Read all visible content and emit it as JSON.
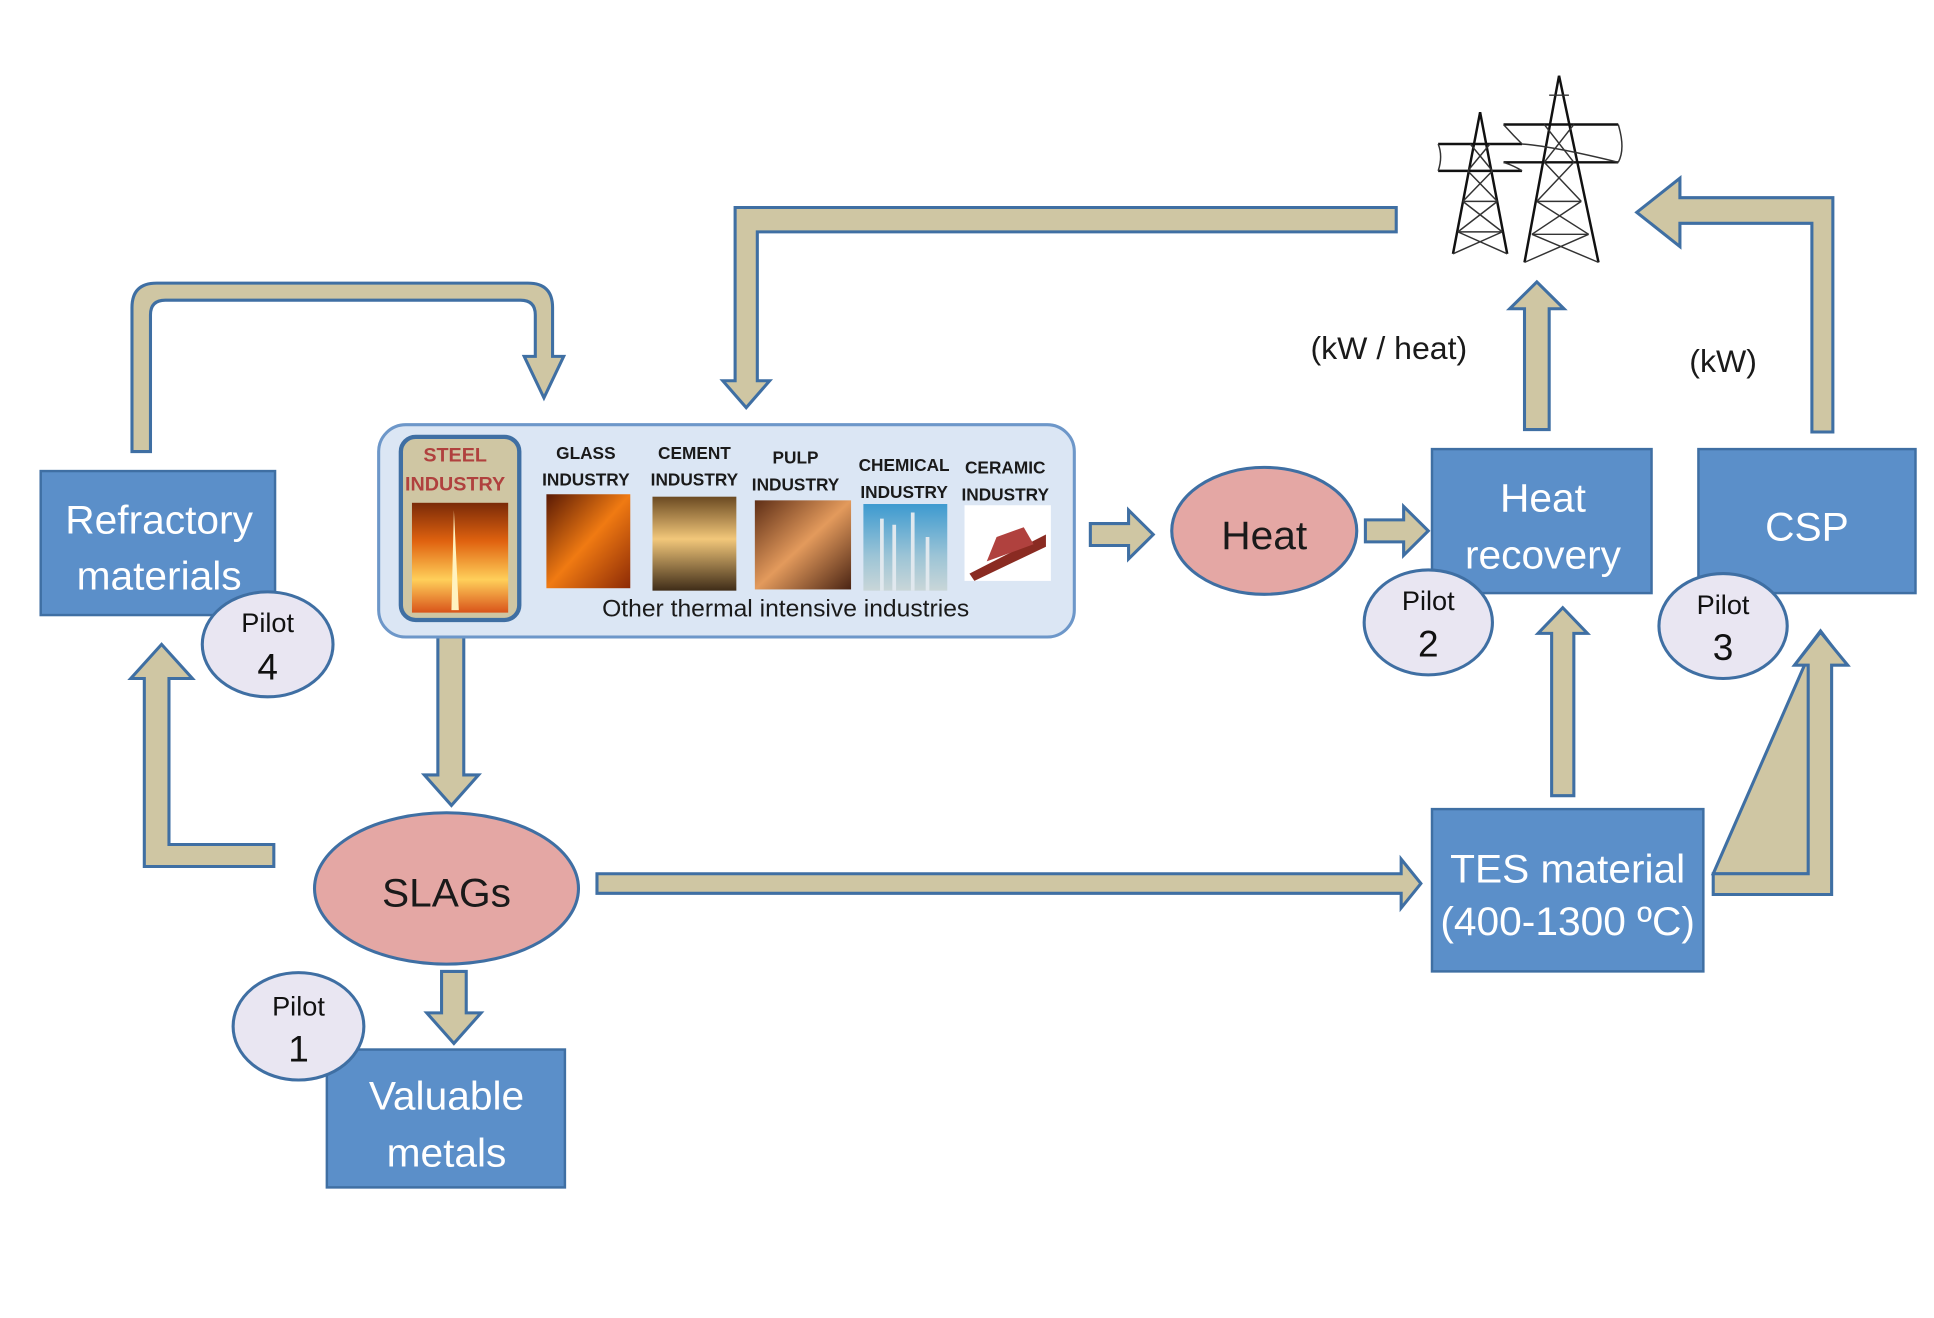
{
  "diagram": {
    "colors": {
      "box_fill": "#5b8fc9",
      "box_stroke": "#3f6fa3",
      "ellipse_fill": "#e4a7a4",
      "pilot_fill": "#e9e6f2",
      "arrow_fill": "#cfc6a3",
      "panel_fill": "#dbe6f4",
      "steel_label": "#b0413e"
    },
    "industries_panel": {
      "steel": {
        "line1": "STEEL",
        "line2": "INDUSTRY",
        "image": "molten-steel-photo"
      },
      "others": [
        {
          "line1": "GLASS",
          "line2": "INDUSTRY",
          "image": "glass-furnace-photo"
        },
        {
          "line1": "CEMENT",
          "line2": "INDUSTRY",
          "image": "cement-kiln-photo"
        },
        {
          "line1": "PULP",
          "line2": "INDUSTRY",
          "image": "pulp-mill-photo"
        },
        {
          "line1": "CHEMICAL",
          "line2": "INDUSTRY",
          "image": "chemical-plant-photo"
        },
        {
          "line1": "CERAMIC",
          "line2": "INDUSTRY",
          "image": "ceramic-kiln-photo"
        }
      ],
      "caption": "Other thermal intensive industries"
    },
    "nodes": {
      "refractory": {
        "line1": "Refractory",
        "line2": "materials"
      },
      "slags": {
        "label": "SLAGs"
      },
      "valuable_metals": {
        "line1": "Valuable",
        "line2": "metals"
      },
      "heat": {
        "label": "Heat"
      },
      "heat_recovery": {
        "line1": "Heat",
        "line2": "recovery"
      },
      "csp": {
        "label": "CSP"
      },
      "tes": {
        "line1": "TES material",
        "line2": "(400-1300 ºC)"
      },
      "grid": {
        "icon": "power-pylons-icon"
      }
    },
    "pilots": [
      {
        "word": "Pilot",
        "number": "1"
      },
      {
        "word": "Pilot",
        "number": "2"
      },
      {
        "word": "Pilot",
        "number": "3"
      },
      {
        "word": "Pilot",
        "number": "4"
      }
    ],
    "flow_labels": {
      "heat_recovery_output": "(kW / heat)",
      "csp_output": "(kW)"
    }
  }
}
